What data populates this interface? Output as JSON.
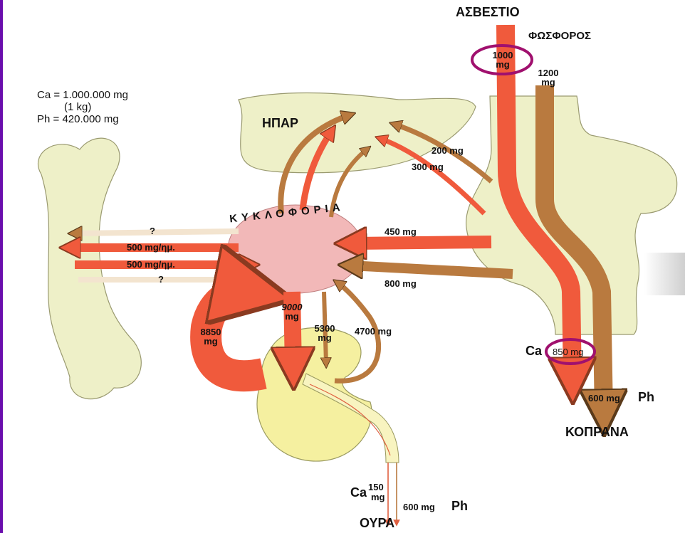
{
  "body_stats": {
    "line1": "Ca = 1.000.000 mg",
    "line2": "(1 kg)",
    "line3": "Ph = 420.000 mg"
  },
  "nodes": {
    "liver": "ΗΠΑΡ",
    "circulation": "ΚΥΚΛΟΦΟΡΙΑ"
  },
  "intake": {
    "calcium_title": "ΑΣΒΕΣΤΙΟ",
    "phosphorus_title": "ΦΩΣΦΟΡΟΣ",
    "calcium_amount": "1000",
    "calcium_unit": "mg",
    "phosphorus_amount": "1200",
    "phosphorus_unit": "mg"
  },
  "liver_flows": {
    "ph": "200 mg",
    "ca": "300 mg"
  },
  "gut_absorption": {
    "ca": "450 mg",
    "ph": "800 mg"
  },
  "bone_flows": {
    "q1": "?",
    "ca_out": "500 mg/ημ.",
    "ca_in": "500 mg/ημ.",
    "q2": "?"
  },
  "kidney": {
    "filtered_ca": "9000",
    "filtered_unit": "mg",
    "reabsorbed_ca": "8850",
    "reabsorbed_unit": "mg",
    "filtered_ph": "5300",
    "filtered_ph_unit": "mg",
    "reabsorbed_ph": "4700 mg"
  },
  "feces": {
    "ca_symbol": "Ca",
    "ca_amount": "850 mg",
    "ph": "600 mg",
    "ph_symbol": "Ph",
    "title": "ΚΟΠΡΑΝΑ"
  },
  "urine": {
    "ca_symbol": "Ca",
    "ca_amount": "150",
    "ca_unit": "mg",
    "ph": "600 mg",
    "ph_symbol": "Ph",
    "title": "ΟΥΡΑ"
  },
  "colors": {
    "calcium": "#f05a3c",
    "phosphorus": "#b97a3f",
    "organ": "#eef0c8",
    "circulation": "#f2b8b8",
    "kidney": "#f5f0a0",
    "highlight": "#a0106e"
  }
}
